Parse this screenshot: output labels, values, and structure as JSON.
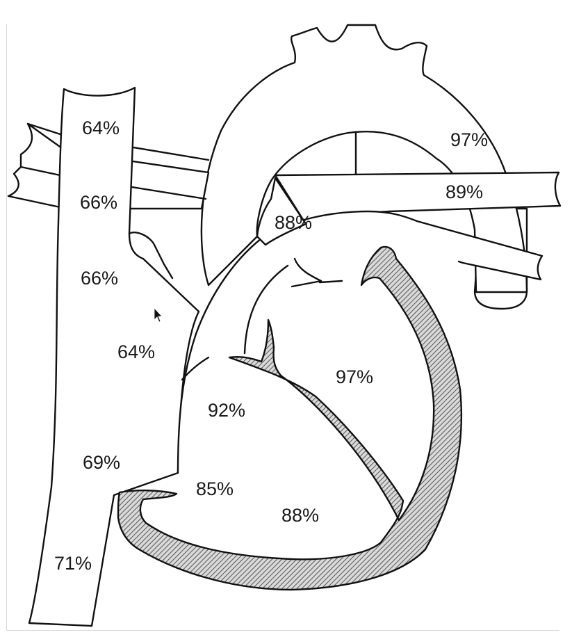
{
  "diagram": {
    "saturation_labels": {
      "svc_upper": "64%",
      "svc_mid": "66%",
      "svc_lower": "66%",
      "right_atrium": "64%",
      "ivc_upper": "69%",
      "ivc_lower": "71%",
      "aorta": "97%",
      "pulmonary_artery": "88%",
      "pulmonary_branch": "89%",
      "right_ventricle_outflow": "92%",
      "right_ventricle_inflow": "85%",
      "right_ventricle_body": "88%",
      "left_ventricle": "97%"
    },
    "colors": {
      "stroke": "#111111",
      "septum_fill": "#9a9a9a",
      "background": "#ffffff"
    }
  }
}
